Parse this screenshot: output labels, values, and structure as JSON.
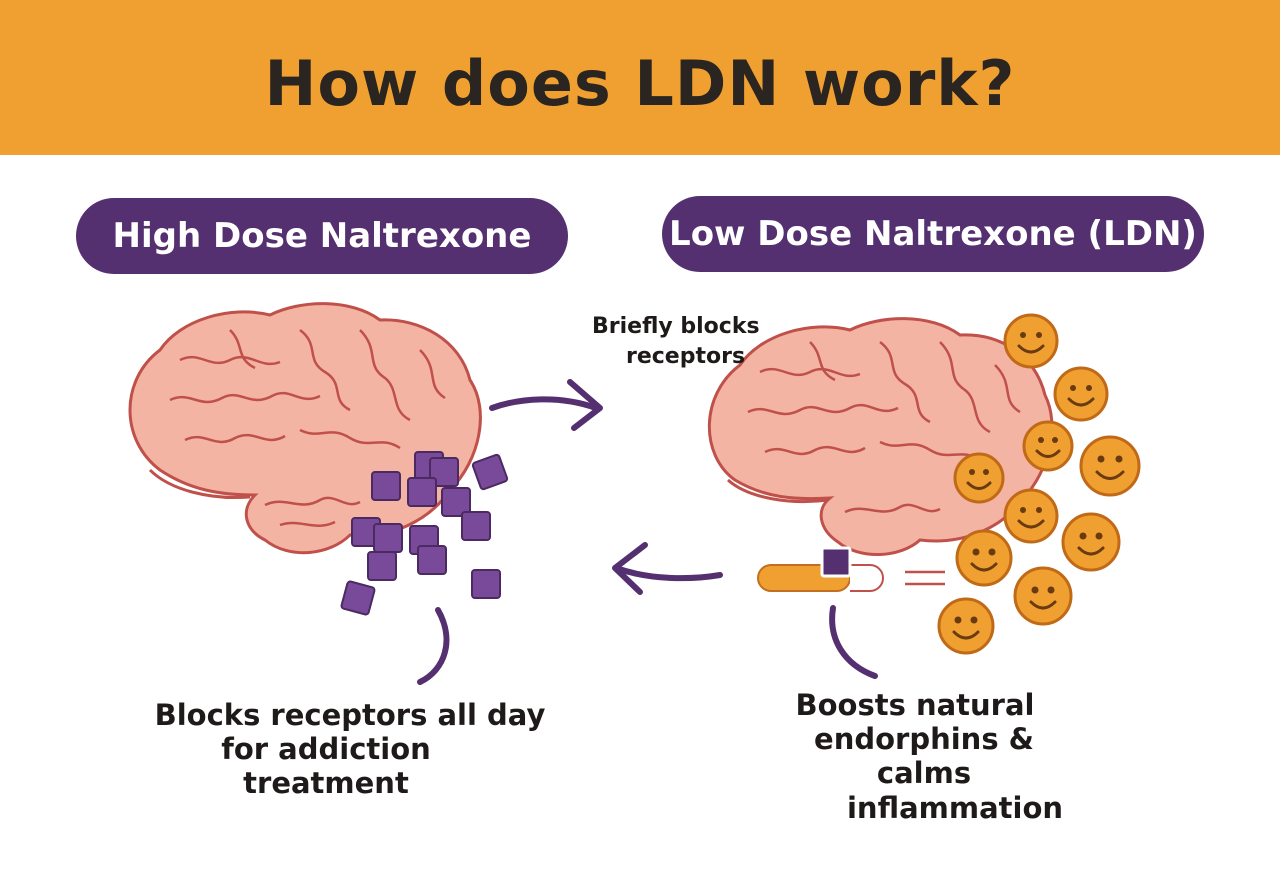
{
  "header": {
    "title": "How does LDN work?"
  },
  "left_panel": {
    "label": "High Dose Naltrexone",
    "caption_lines": [
      "Blocks receptors all day",
      "for addiction",
      "treatment"
    ]
  },
  "right_panel": {
    "label": "Low Dose Naltrexone (LDN)",
    "top_note_lines": [
      "Briefly blocks",
      "receptors"
    ],
    "caption_lines": [
      "Boosts natural",
      "endorphins & calms",
      "inflammation"
    ]
  },
  "colors": {
    "header_bg": "#f0a030",
    "pill_bg": "#553070",
    "brain_fill": "#f4b4a4",
    "brain_stroke": "#c0504a",
    "block_fill": "#7a4a9a",
    "block_stroke": "#4a2a60",
    "smiley_fill": "#f0a030",
    "arrow": "#553070"
  },
  "icons": [
    "brain-icon",
    "receptor-block-icon",
    "smiley-endorphin-icon",
    "pill-capsule-icon",
    "curved-arrow-icon"
  ]
}
